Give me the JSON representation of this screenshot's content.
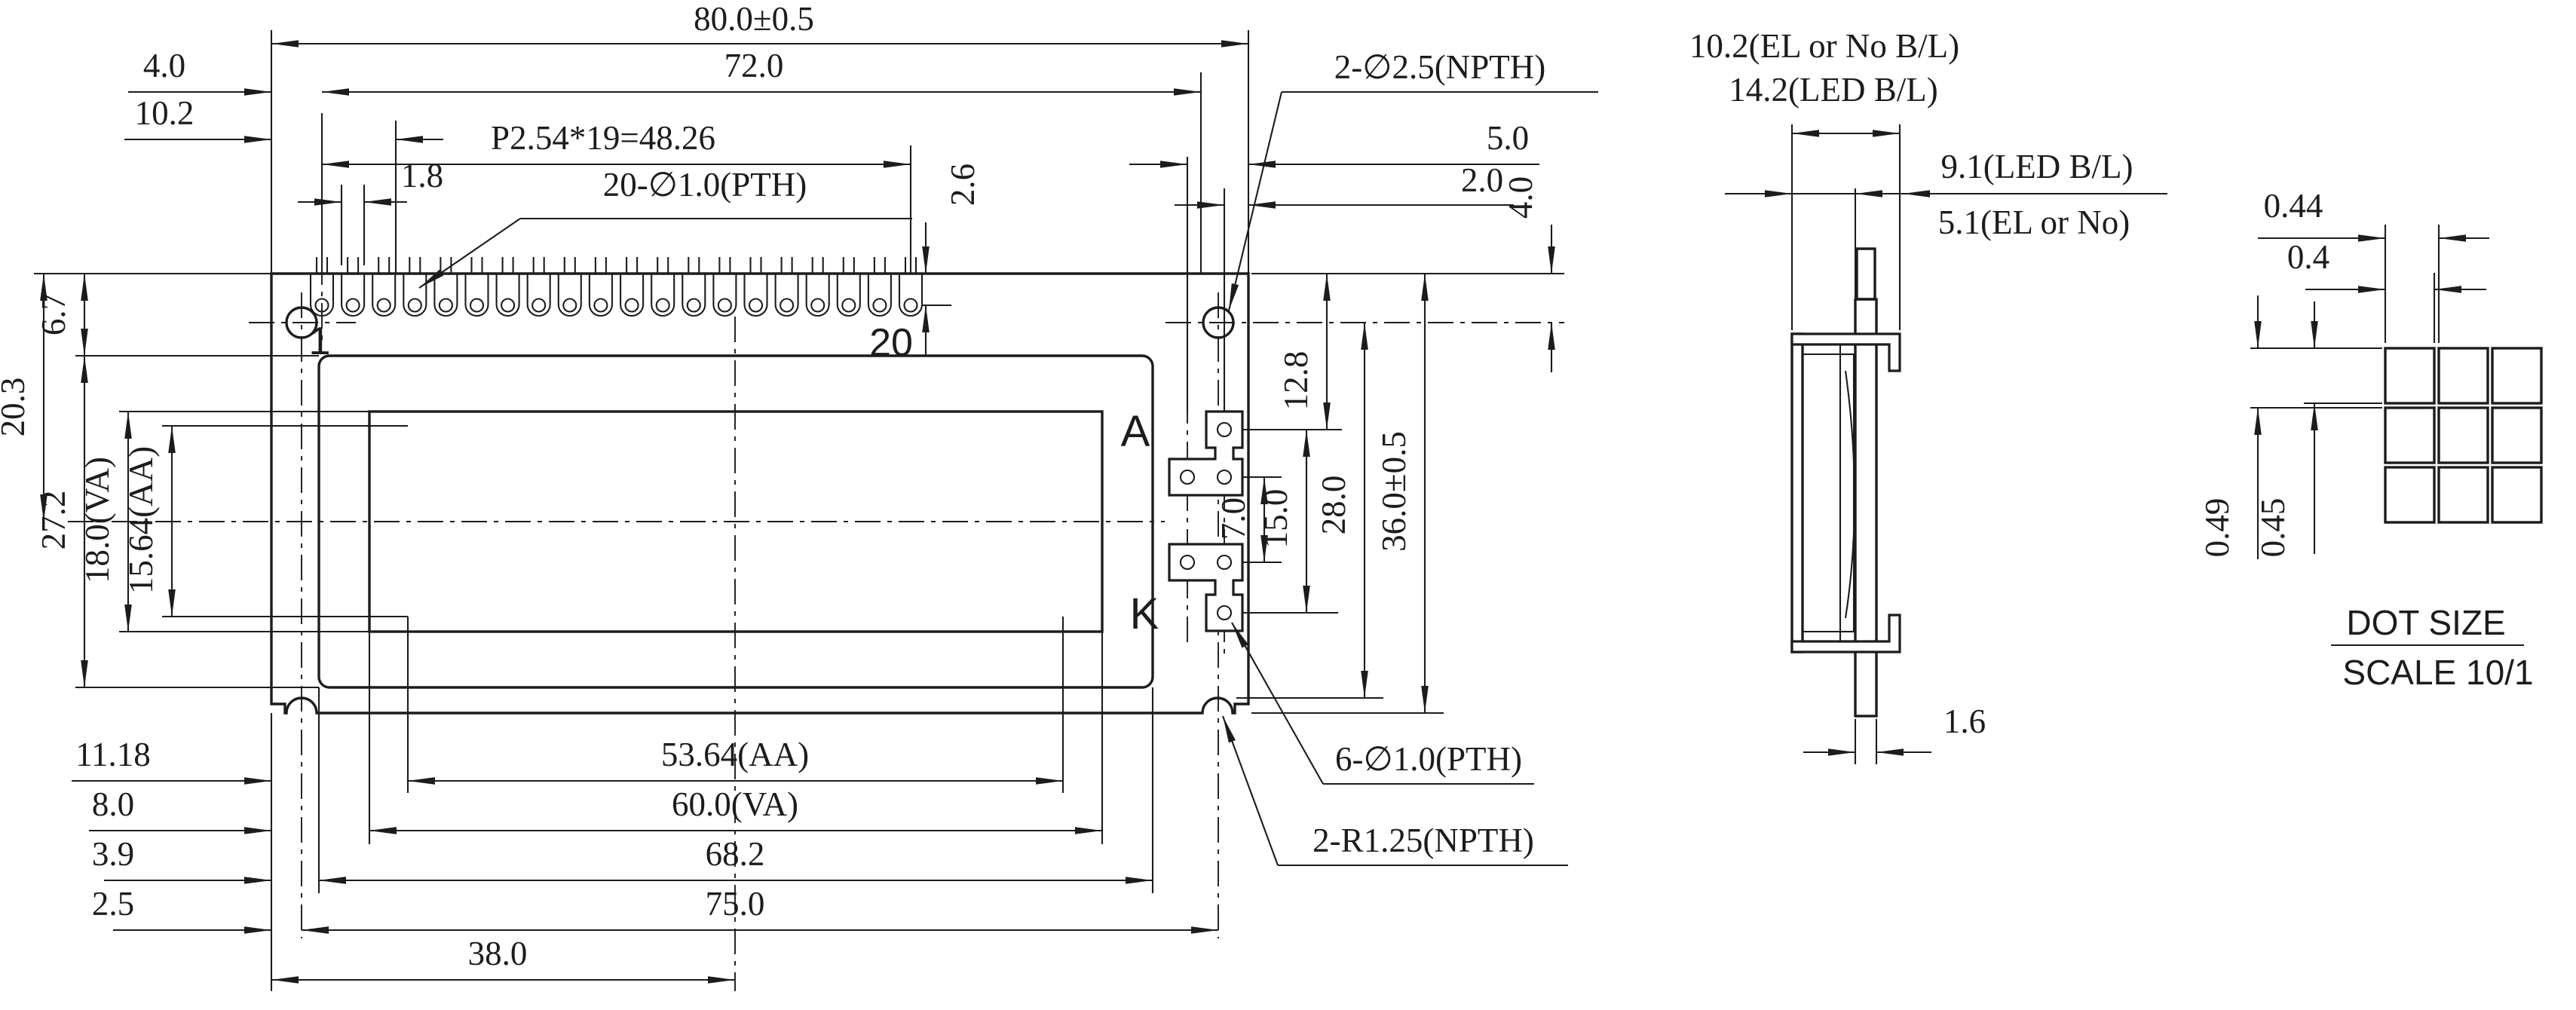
{
  "front": {
    "dim_80": "80.0±0.5",
    "dim_4": "4.0",
    "dim_72": "72.0",
    "dim_10_2": "10.2",
    "dim_pitch": "P2.54*19=48.26",
    "dim_1_8": "1.8",
    "callout_pin_holes": "20-∅1.0(PTH)",
    "dim_2_6": "2.6",
    "callout_mount_holes": "2-∅2.5(NPTH)",
    "dim_5_0": "5.0",
    "dim_2_0": "2.0",
    "dim_4_v": "4.0",
    "dim_6_7": "6.7",
    "dim_20_3": "20.3",
    "dim_27_2": "27.2",
    "dim_18_va": "18.0(VA)",
    "dim_15_64_aa": "15.64(AA)",
    "pin_first": "1",
    "pin_last": "20",
    "anode": "A",
    "cathode": "K",
    "dim_12_8": "12.8",
    "dim_7_0": "7.0",
    "dim_15_0": "15.0",
    "dim_28_0": "28.0",
    "dim_36": "36.0±0.5",
    "dim_11_18": "11.18",
    "dim_8_0": "8.0",
    "dim_3_9": "3.9",
    "dim_2_5": "2.5",
    "dim_53_64_aa": "53.64(AA)",
    "dim_60_va": "60.0(VA)",
    "dim_68_2": "68.2",
    "dim_75_0": "75.0",
    "dim_38_0": "38.0",
    "callout_bl_holes": "6-∅1.0(PTH)",
    "callout_notches": "2-R1.25(NPTH)"
  },
  "side": {
    "dim_10_2_el": "10.2(EL or No B/L)",
    "dim_14_2_led": "14.2(LED B/L)",
    "dim_9_1_led": "9.1(LED B/L)",
    "dim_5_1_el": "5.1(EL or No)",
    "dim_1_6": "1.6"
  },
  "dot_detail": {
    "dim_0_44": "0.44",
    "dim_0_4": "0.4",
    "dim_0_49": "0.49",
    "dim_0_45": "0.45",
    "title": "DOT SIZE",
    "scale": "SCALE 10/1"
  }
}
